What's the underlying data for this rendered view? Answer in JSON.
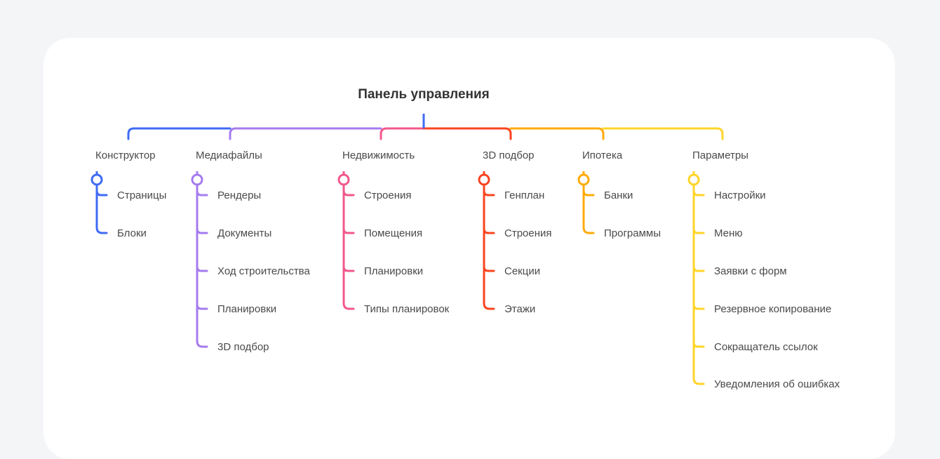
{
  "title": "Панель управления",
  "root_color": "#3f6bf5",
  "categories": [
    {
      "label": "Конструктор",
      "color": "#3f6bf5",
      "items": [
        "Страницы",
        "Блоки"
      ]
    },
    {
      "label": "Медиафайлы",
      "color": "#a57bef",
      "items": [
        "Рендеры",
        "Документы",
        "Ход строительства",
        "Планировки",
        "3D подбор"
      ]
    },
    {
      "label": "Недвижимость",
      "color": "#f2588a",
      "items": [
        "Строения",
        "Помещения",
        "Планировки",
        "Типы планировок"
      ]
    },
    {
      "label": "3D подбор",
      "color": "#fa4420",
      "items": [
        "Генплан",
        "Строения",
        "Секции",
        "Этажи"
      ]
    },
    {
      "label": "Ипотека",
      "color": "#ffab0a",
      "items": [
        "Банки",
        "Программы"
      ]
    },
    {
      "label": "Параметры",
      "color": "#ffd42a",
      "items": [
        "Настройки",
        "Меню",
        "Заявки с форм",
        "Резервное копирование",
        "Сокращатель ссылок",
        "Уведомления об ошибках"
      ]
    }
  ]
}
